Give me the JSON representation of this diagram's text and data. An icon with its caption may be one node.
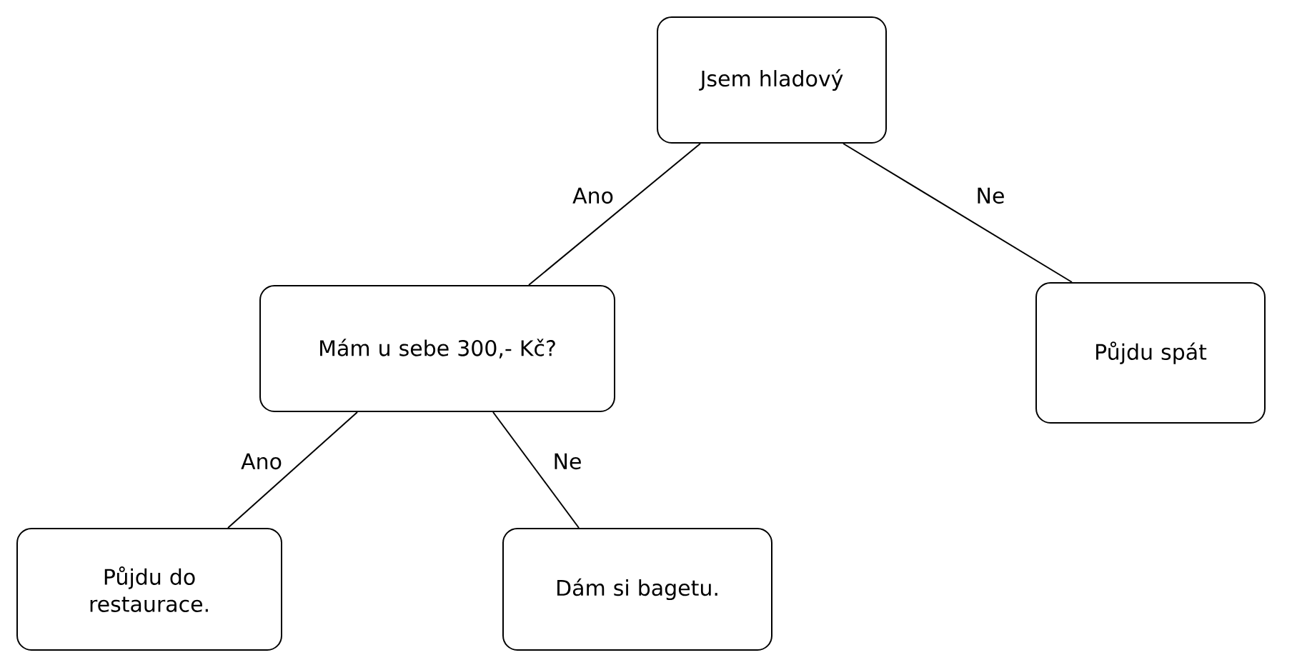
{
  "diagram": {
    "nodes": [
      {
        "text": [
          "Jsem hladový"
        ]
      },
      {
        "text": [
          "Mám u sebe 300,- Kč?"
        ]
      },
      {
        "text": [
          "Půjdu spát"
        ]
      },
      {
        "text": [
          "Půjdu do restaurace."
        ]
      },
      {
        "text": [
          "Dám si bagetu."
        ]
      }
    ],
    "edges": [
      {
        "from": 0,
        "to": 1,
        "arrow": "none",
        "label": "Ano"
      },
      {
        "from": 0,
        "to": 2,
        "arrow": "none",
        "label": "Ne"
      },
      {
        "from": 1,
        "to": 3,
        "arrow": "none",
        "label": "Ano"
      },
      {
        "from": 1,
        "to": 4,
        "arrow": "none",
        "label": "Ne"
      }
    ]
  }
}
